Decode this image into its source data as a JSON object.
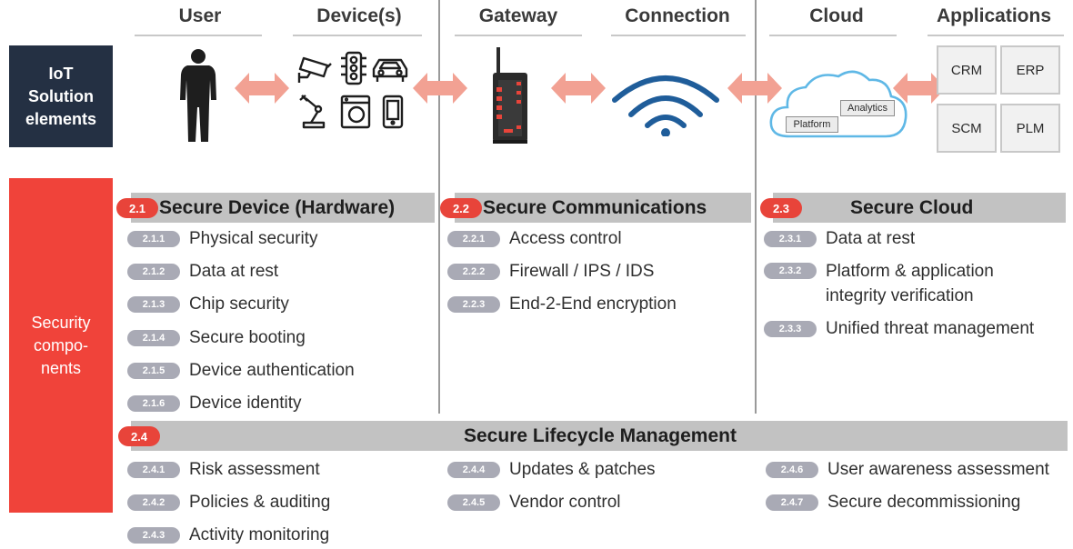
{
  "columns": {
    "user": "User",
    "devices": "Device(s)",
    "gateway": "Gateway",
    "connection": "Connection",
    "cloud": "Cloud",
    "applications": "Applications"
  },
  "side_labels": {
    "iot_lines": [
      "IoT",
      "Solution",
      "elements"
    ],
    "security_lines": [
      "Security",
      "compo-",
      "nents"
    ]
  },
  "cloud_labels": {
    "platform": "Platform",
    "analytics": "Analytics"
  },
  "apps": [
    "CRM",
    "ERP",
    "SCM",
    "PLM"
  ],
  "sections": {
    "device": {
      "badge": "2.1",
      "title": "Secure Device (Hardware)",
      "items": [
        {
          "num": "2.1.1",
          "label": "Physical security"
        },
        {
          "num": "2.1.2",
          "label": "Data at rest"
        },
        {
          "num": "2.1.3",
          "label": "Chip security"
        },
        {
          "num": "2.1.4",
          "label": "Secure booting"
        },
        {
          "num": "2.1.5",
          "label": "Device authentication"
        },
        {
          "num": "2.1.6",
          "label": "Device identity"
        }
      ]
    },
    "comms": {
      "badge": "2.2",
      "title": "Secure Communications",
      "items": [
        {
          "num": "2.2.1",
          "label": "Access control"
        },
        {
          "num": "2.2.2",
          "label": "Firewall / IPS / IDS"
        },
        {
          "num": "2.2.3",
          "label": "End-2-End encryption"
        }
      ]
    },
    "cloud": {
      "badge": "2.3",
      "title": "Secure Cloud",
      "items": [
        {
          "num": "2.3.1",
          "label": "Data at rest"
        },
        {
          "num": "2.3.2",
          "line1": "Platform & application",
          "line2": "integrity verification"
        },
        {
          "num": "2.3.3",
          "label": "Unified threat management"
        }
      ]
    },
    "lifecycle": {
      "badge": "2.4",
      "title": "Secure Lifecycle Management",
      "items": [
        {
          "num": "2.4.1",
          "label": "Risk assessment"
        },
        {
          "num": "2.4.2",
          "label": "Policies & auditing"
        },
        {
          "num": "2.4.3",
          "label": "Activity monitoring"
        },
        {
          "num": "2.4.4",
          "label": "Updates & patches"
        },
        {
          "num": "2.4.5",
          "label": "Vendor control"
        },
        {
          "num": "2.4.6",
          "label": "User awareness assessment"
        },
        {
          "num": "2.4.7",
          "label": "Secure decommissioning"
        }
      ]
    }
  },
  "colors": {
    "accent_red": "#e8443a",
    "navy": "#243043",
    "arrow_salmon": "#f2a193",
    "section_gray": "#c2c2c2",
    "pill_gray": "#a9aab5",
    "wifi_blue": "#1f5d9a",
    "cloud_blue": "#5fb8e6"
  },
  "icons": [
    "person-icon",
    "cctv-camera-icon",
    "traffic-light-icon",
    "car-icon",
    "robot-arm-icon",
    "washing-machine-icon",
    "smartphone-icon",
    "gateway-router-icon",
    "wifi-icon",
    "cloud-icon"
  ]
}
